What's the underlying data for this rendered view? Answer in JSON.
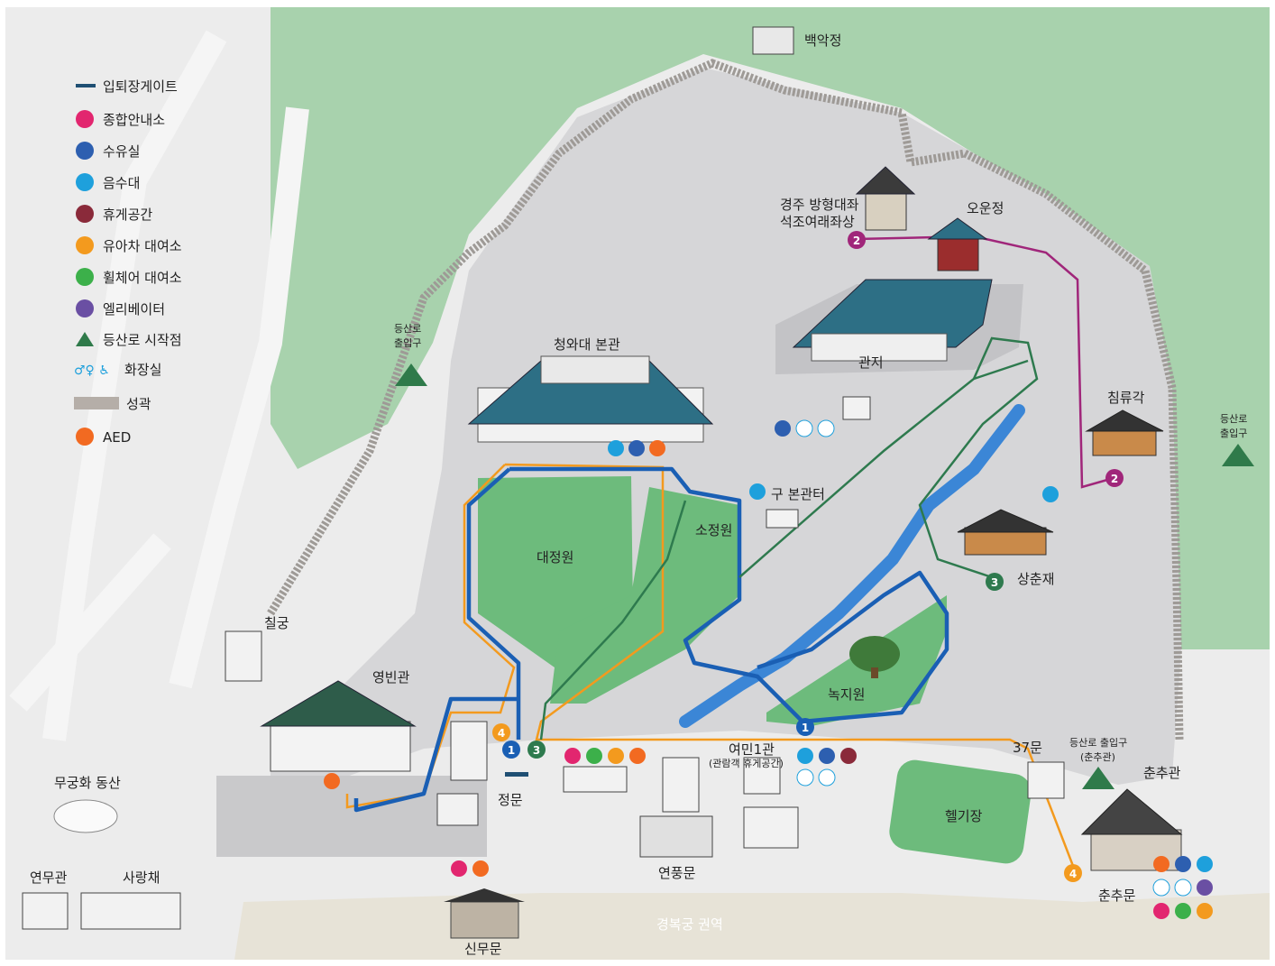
{
  "legend": {
    "items": [
      {
        "label": "입퇴장게이트",
        "icon": "gate-line-icon",
        "color": "#1f4f73"
      },
      {
        "label": "종합안내소",
        "icon": "info-icon",
        "color": "#e2266f"
      },
      {
        "label": "수유실",
        "icon": "nursing-room-icon",
        "color": "#2d5fb0"
      },
      {
        "label": "음수대",
        "icon": "drinking-fountain-icon",
        "color": "#1ea0dc"
      },
      {
        "label": "휴게공간",
        "icon": "rest-area-icon",
        "color": "#8a2a3a"
      },
      {
        "label": "유아차 대여소",
        "icon": "stroller-icon",
        "color": "#f39a1e"
      },
      {
        "label": "휠체어 대여소",
        "icon": "wheelchair-icon",
        "color": "#3cb04a"
      },
      {
        "label": "엘리베이터",
        "icon": "elevator-icon",
        "color": "#6a4fa3"
      },
      {
        "label": "등산로 시작점",
        "icon": "mountain-trail-icon",
        "color": "#2f7a4a"
      },
      {
        "label": "화장실",
        "icon": "restroom-icon",
        "color": "#1ea0dc"
      },
      {
        "label": "성곽",
        "icon": "fortress-wall-icon",
        "color": "#b5aea8"
      },
      {
        "label": "AED",
        "icon": "aed-heart-icon",
        "color": "#f26a21"
      }
    ]
  },
  "places": {
    "baekakjeong": "백악정",
    "buddha_1": "경주 방형대좌",
    "buddha_2": "석조여래좌상",
    "ounjeong": "오운정",
    "gwanjeo": "관저",
    "main_hall": "청와대 본관",
    "old_main_site": "구 본관터",
    "sojeongwon": "소정원",
    "daejeongwon": "대정원",
    "chimnyugak": "침류각",
    "sangchunjae": "상춘재",
    "nokjiwon": "녹지원",
    "chilgung": "칠궁",
    "yeongbingwan": "영빈관",
    "mugunghwa": "무궁화 동산",
    "yeonmugwan": "연무관",
    "sarangchae": "사랑채",
    "sinmumun": "신무문",
    "yeonpungmun": "연풍문",
    "jeongmun": "정문",
    "yeomin_1": "여민1관",
    "yeomin_2": "(관람객 휴게공간)",
    "gate37": "37문",
    "heliport": "헬기장",
    "trail_entrance_left_1": "등산로",
    "trail_entrance_left_2": "출입구",
    "trail_entrance_right_1": "등산로",
    "trail_entrance_right_2": "출입구",
    "trail_chunchu_1": "등산로 출입구",
    "trail_chunchu_2": "(춘추관)",
    "chunchugwan": "춘추관",
    "chunchumun": "춘추문",
    "gyeongbokgung": "경복궁 권역"
  },
  "route_markers": {
    "r1a": "1",
    "r1b": "1",
    "r2a": "2",
    "r2b": "2",
    "r3a": "3",
    "r3b": "3",
    "r4a": "4",
    "r4b": "4"
  },
  "route_colors": {
    "route1": "#1a5fb4",
    "route2": "#a0267a",
    "route3": "#2e7a4e",
    "route4": "#f39a1e"
  },
  "colors": {
    "mountain": "#a8d2ad",
    "grounds": "#d8d8da",
    "road": "#ececec",
    "lawn": "#6dbb7c",
    "stream": "#3b86d6",
    "palace_area": "#e8e4d9"
  }
}
